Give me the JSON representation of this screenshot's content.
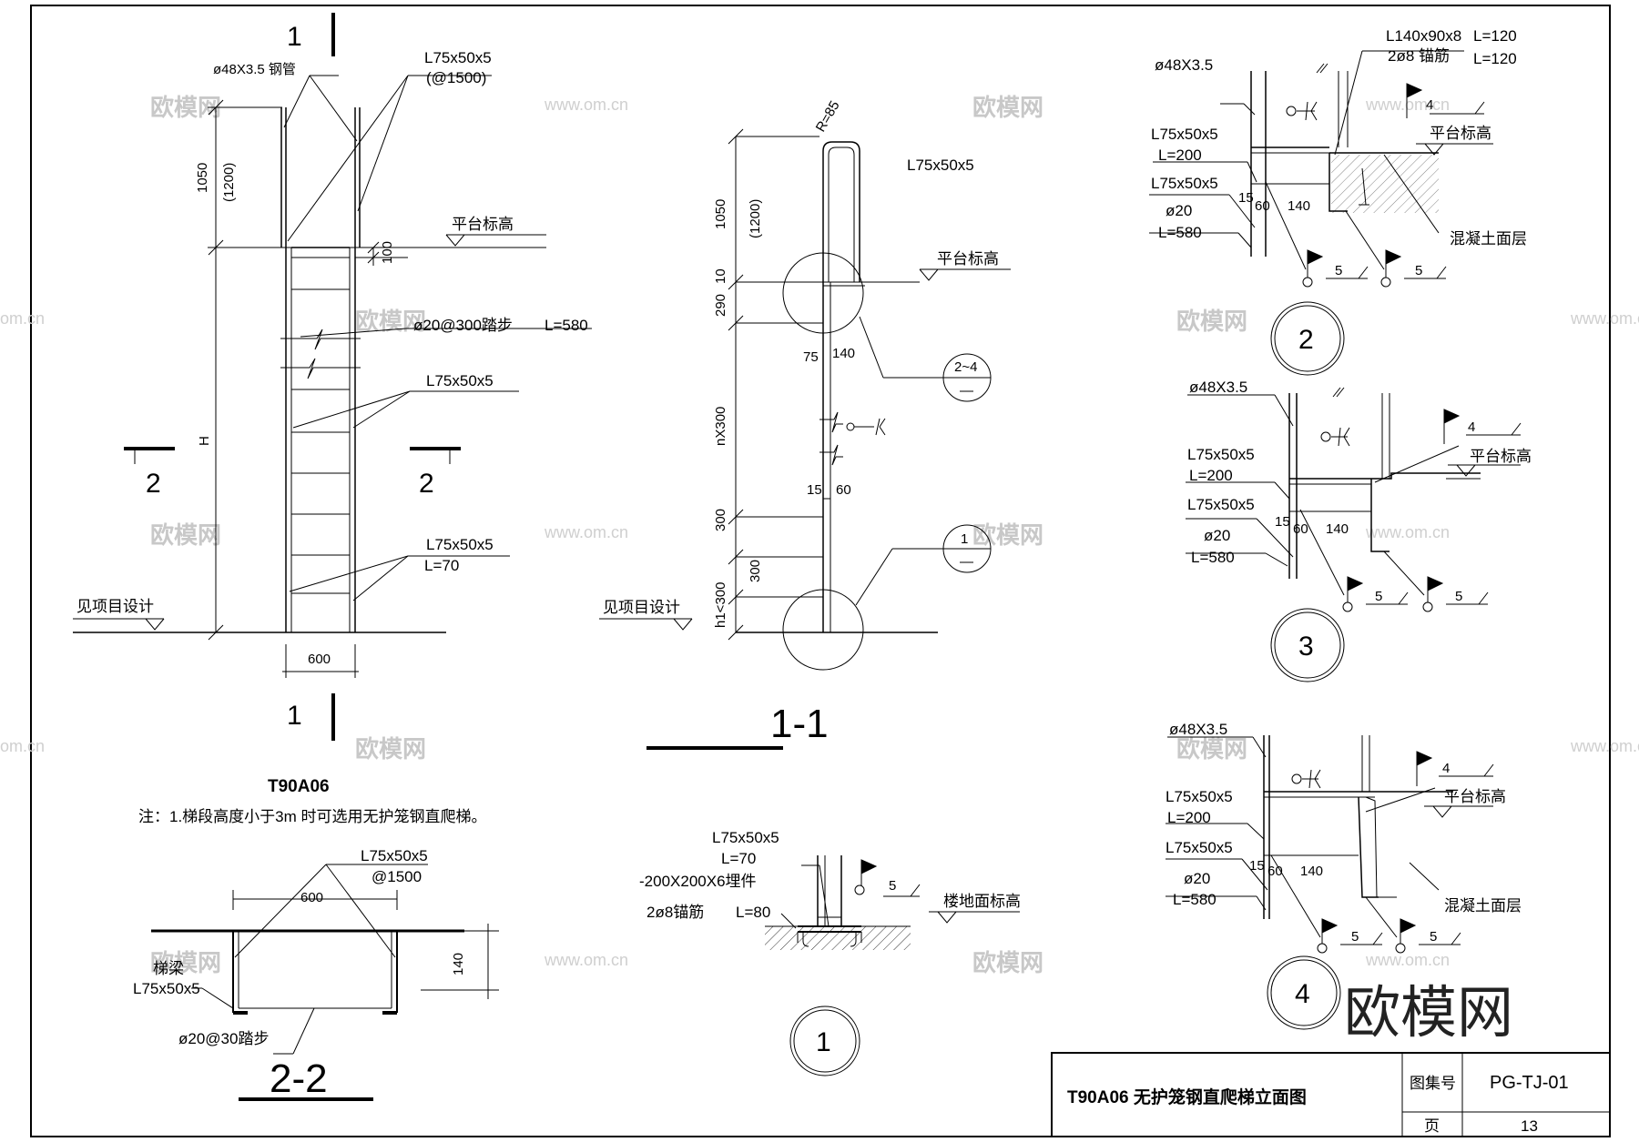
{
  "drawing": {
    "main_title": "T90A06 无护笼钢直爬梯立面图",
    "atlas_label": "图集号",
    "atlas_no": "PG-TJ-01",
    "page_label": "页",
    "page_no": "13",
    "elevation_name": "T90A06",
    "note": "注：1.梯段高度小于3m 时可选用无护笼钢直爬梯。"
  },
  "watermark": {
    "brand": "欧模网",
    "url": "www.om.cn",
    "short": "om.cn"
  },
  "elevation": {
    "section_mark": "1",
    "cut_mark": "2",
    "pipe": "ø48X3.5 钢管",
    "angle_top": "L75x50x5",
    "angle_top_spacing": "(@1500)",
    "dim_1050": "1050",
    "dim_1200": "(1200)",
    "platform": "平台标高",
    "dim_100": "100",
    "rung": "ø20@300踏步",
    "rung_len": "L=580",
    "angle_mid": "L75x50x5",
    "dim_h": "H",
    "angle_bot": "L75x50x5",
    "angle_bot_len": "L=70",
    "ground": "见项目设计",
    "width": "600"
  },
  "section11": {
    "title": "1-1",
    "radius": "R=85",
    "angle": "L75x50x5",
    "dim_1050": "1050",
    "dim_1200": "(1200)",
    "platform": "平台标高",
    "dim_10": "10",
    "dim_290": "290",
    "dim_75": "75",
    "dim_140": "140",
    "ref_24_top": "2~4",
    "ref_24_bot": "—",
    "dim_nx300": "nX300",
    "dim_15": "15",
    "dim_60": "60",
    "dim_300a": "300",
    "dim_300b": "300",
    "ref_1_top": "1",
    "ref_1_bot": "—",
    "dim_h1": "h1<300",
    "ground": "见项目设计"
  },
  "section22": {
    "title": "2-2",
    "angle": "L75x50x5",
    "spacing": "@1500",
    "width": "600",
    "beam": "梯梁",
    "beam_angle": "L75x50x5",
    "depth": "140",
    "rung": "ø20@30踏步"
  },
  "detail1": {
    "label": "1",
    "angle": "L75x50x5",
    "len": "L=70",
    "plate": "-200X200X6埋件",
    "anchor": "2ø8锚筋",
    "anchor_len": "L=80",
    "weld": "5",
    "floor": "楼地面标高"
  },
  "detail2": {
    "label": "2",
    "pipe": "ø48X3.5",
    "angle_big": "L140x90x8",
    "angle_big_len": "L=120",
    "anchor": "2ø8 锚筋",
    "anchor_len": "L=120",
    "weld4": "4",
    "platform": "平台标高",
    "angle_a": "L75x50x5",
    "angle_a_len": "L=200",
    "angle_b": "L75x50x5",
    "dim_15": "15",
    "dim_60": "60",
    "dim_140": "140",
    "bar": "ø20",
    "bar_len": "L=580",
    "concrete": "混凝土面层",
    "weld5a": "5",
    "weld5b": "5"
  },
  "detail3": {
    "label": "3",
    "pipe": "ø48X3.5",
    "weld4": "4",
    "platform": "平台标高",
    "angle_a": "L75x50x5",
    "angle_a_len": "L=200",
    "angle_b": "L75x50x5",
    "dim_15": "15",
    "dim_60": "60",
    "dim_140": "140",
    "bar": "ø20",
    "bar_len": "L=580",
    "weld5a": "5",
    "weld5b": "5"
  },
  "detail4": {
    "label": "4",
    "pipe": "ø48X3.5",
    "weld4": "4",
    "platform": "平台标高",
    "angle_a": "L75x50x5",
    "angle_a_len": "L=200",
    "angle_b": "L75x50x5",
    "dim_15": "15",
    "dim_60": "60",
    "dim_140": "140",
    "bar": "ø20",
    "bar_len": "L=580",
    "concrete": "混凝土面层",
    "weld5a": "5",
    "weld5b": "5"
  }
}
